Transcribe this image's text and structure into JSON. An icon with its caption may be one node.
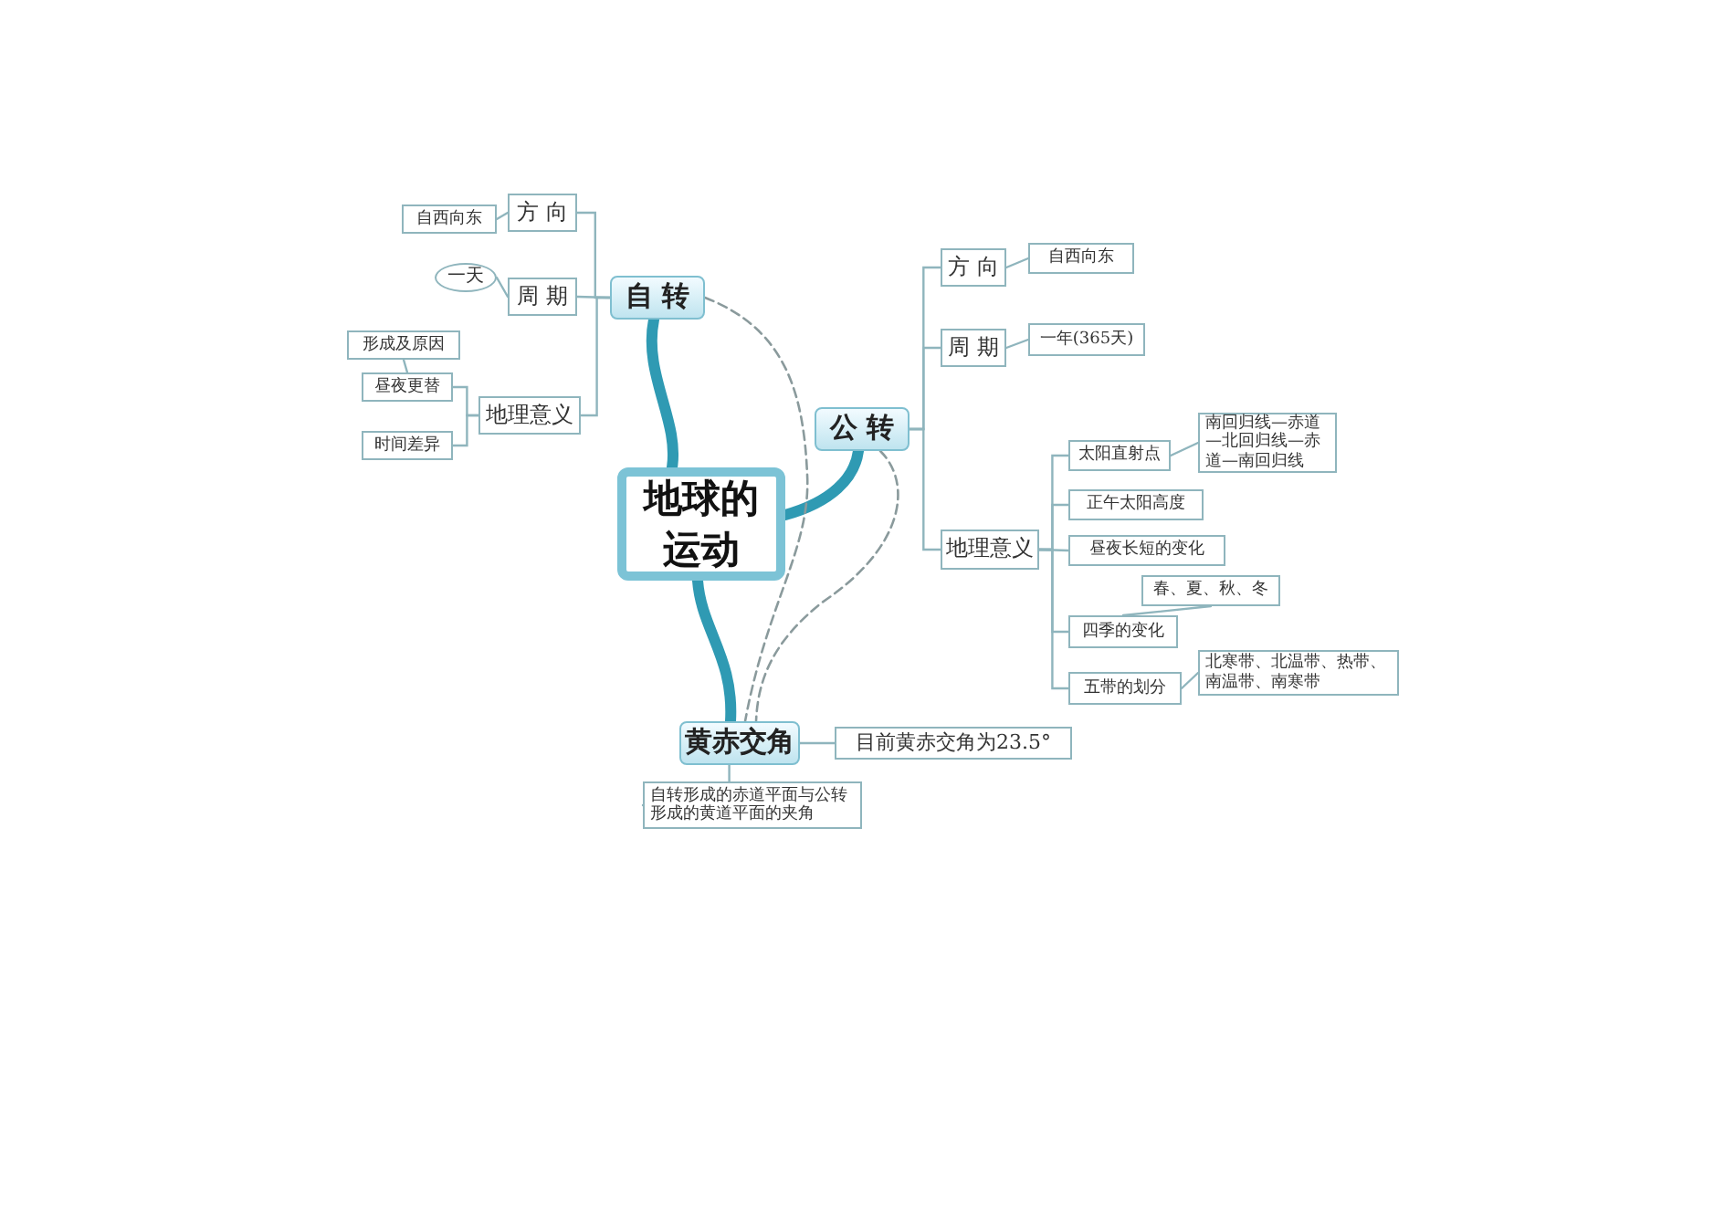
{
  "diagram": {
    "nodes": [
      {
        "text": [
          "地球的运动"
        ]
      },
      {
        "text": [
          "自 转"
        ]
      },
      {
        "text": [
          "方 向"
        ]
      },
      {
        "text": [
          "自西向东"
        ]
      },
      {
        "text": [
          "周 期"
        ]
      },
      {
        "text": [
          "一天"
        ]
      },
      {
        "text": [
          "地理意义"
        ]
      },
      {
        "text": [
          "昼夜更替"
        ]
      },
      {
        "text": [
          "形成及原因"
        ]
      },
      {
        "text": [
          "时间差异"
        ]
      },
      {
        "text": [
          "公 转"
        ]
      },
      {
        "text": [
          "方 向"
        ]
      },
      {
        "text": [
          "自西向东"
        ]
      },
      {
        "text": [
          "周 期"
        ]
      },
      {
        "text": [
          "一年(365天)"
        ]
      },
      {
        "text": [
          "地理意义"
        ]
      },
      {
        "text": [
          "太阳直射点"
        ]
      },
      {
        "text": [
          "南回归线—赤道—北回归线—赤道—南回归线"
        ]
      },
      {
        "text": [
          "正午太阳高度"
        ]
      },
      {
        "text": [
          "昼夜长短的变化"
        ]
      },
      {
        "text": [
          "四季的变化"
        ]
      },
      {
        "text": [
          "春、夏、秋、冬"
        ]
      },
      {
        "text": [
          "五带的划分"
        ]
      },
      {
        "text": [
          "北寒带、北温带、热带、南温带、南寒带"
        ]
      },
      {
        "text": [
          "黄赤交角"
        ]
      },
      {
        "text": [
          "目前黄赤交角为23.5°"
        ]
      },
      {
        "text": [
          "自转形成的赤道平面与公转形成的黄道平面的夹角"
        ]
      }
    ],
    "edges": [
      {
        "from": 0,
        "to": 1,
        "arrow": "none",
        "style": "thick",
        "color": "#2f9ab3"
      },
      {
        "from": 0,
        "to": 10,
        "arrow": "none",
        "style": "thick",
        "color": "#2f9ab3"
      },
      {
        "from": 0,
        "to": 24,
        "arrow": "none",
        "style": "thick",
        "color": "#2f9ab3"
      },
      {
        "from": 1,
        "to": 24,
        "arrow": "none",
        "style": "dashed"
      },
      {
        "from": 10,
        "to": 24,
        "arrow": "none",
        "style": "dashed"
      },
      {
        "from": 1,
        "to": 2,
        "arrow": "none"
      },
      {
        "from": 1,
        "to": 4,
        "arrow": "none"
      },
      {
        "from": 1,
        "to": 6,
        "arrow": "none"
      },
      {
        "from": 2,
        "to": 3,
        "arrow": "none"
      },
      {
        "from": 4,
        "to": 5,
        "arrow": "none"
      },
      {
        "from": 6,
        "to": 7,
        "arrow": "none"
      },
      {
        "from": 6,
        "to": 9,
        "arrow": "none"
      },
      {
        "from": 7,
        "to": 8,
        "arrow": "none"
      },
      {
        "from": 10,
        "to": 11,
        "arrow": "none"
      },
      {
        "from": 10,
        "to": 13,
        "arrow": "none"
      },
      {
        "from": 10,
        "to": 15,
        "arrow": "none"
      },
      {
        "from": 11,
        "to": 12,
        "arrow": "none"
      },
      {
        "from": 13,
        "to": 14,
        "arrow": "none"
      },
      {
        "from": 15,
        "to": 16,
        "arrow": "none"
      },
      {
        "from": 15,
        "to": 18,
        "arrow": "none"
      },
      {
        "from": 15,
        "to": 19,
        "arrow": "none"
      },
      {
        "from": 15,
        "to": 20,
        "arrow": "none"
      },
      {
        "from": 15,
        "to": 22,
        "arrow": "none"
      },
      {
        "from": 16,
        "to": 17,
        "arrow": "none"
      },
      {
        "from": 20,
        "to": 21,
        "arrow": "none"
      },
      {
        "from": 22,
        "to": 23,
        "arrow": "none"
      },
      {
        "from": 24,
        "to": 25,
        "arrow": "none"
      },
      {
        "from": 24,
        "to": 26,
        "arrow": "none"
      }
    ]
  }
}
